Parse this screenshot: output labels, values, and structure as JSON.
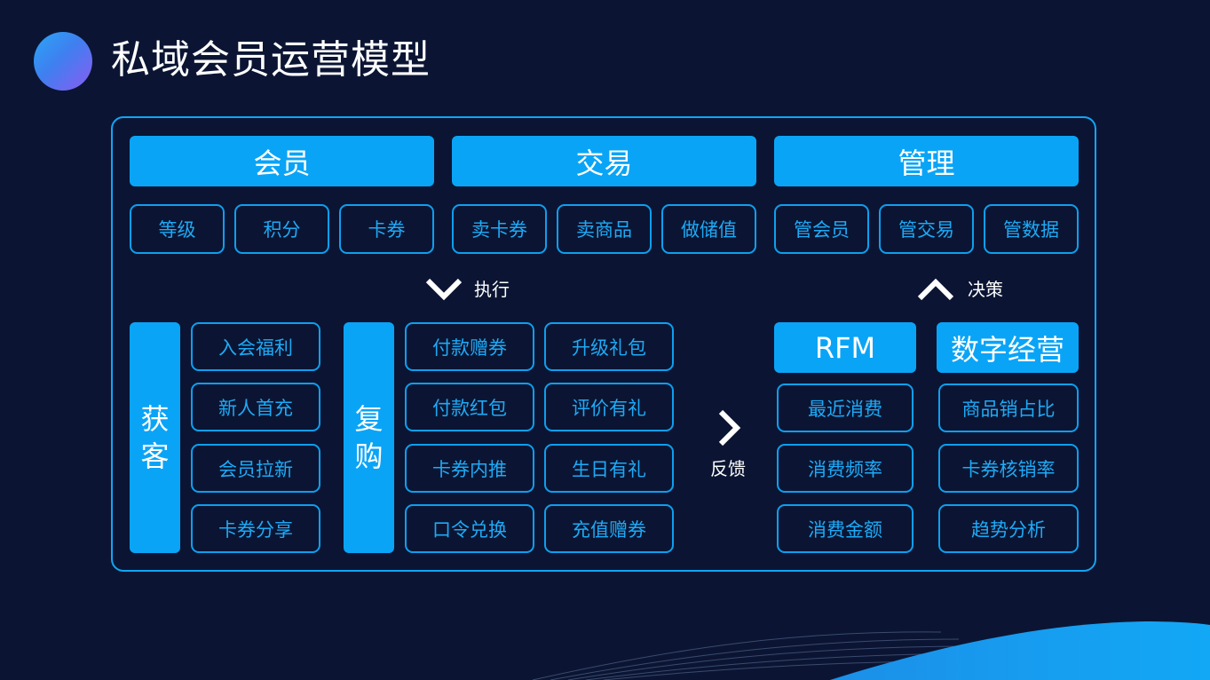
{
  "header": {
    "title": "私域会员运营模型"
  },
  "top_sections": [
    {
      "label": "会员",
      "items": [
        "等级",
        "积分",
        "卡券"
      ]
    },
    {
      "label": "交易",
      "items": [
        "卖卡券",
        "卖商品",
        "做储值"
      ]
    },
    {
      "label": "管理",
      "items": [
        "管会员",
        "管交易",
        "管数据"
      ]
    }
  ],
  "flow": {
    "execute": "执行",
    "decide": "决策",
    "feedback": "反馈"
  },
  "acquire": {
    "label_line1": "获",
    "label_line2": "客",
    "items": [
      "入会福利",
      "新人首充",
      "会员拉新",
      "卡券分享"
    ]
  },
  "repurchase": {
    "label_line1": "复",
    "label_line2": "购",
    "col1": [
      "付款赠券",
      "付款红包",
      "卡券内推",
      "口令兑换"
    ],
    "col2": [
      "升级礼包",
      "评价有礼",
      "生日有礼",
      "充值赠券"
    ]
  },
  "rfm": {
    "label": "RFM",
    "items": [
      "最近消费",
      "消费频率",
      "消费金额"
    ]
  },
  "digital": {
    "label": "数字经营",
    "items": [
      "商品销占比",
      "卡券核销率",
      "趋势分析"
    ]
  },
  "colors": {
    "background": "#0b1533",
    "accent": "#0aa4f7",
    "border": "#0e9fee",
    "pill_text": "#1eaaf6"
  }
}
